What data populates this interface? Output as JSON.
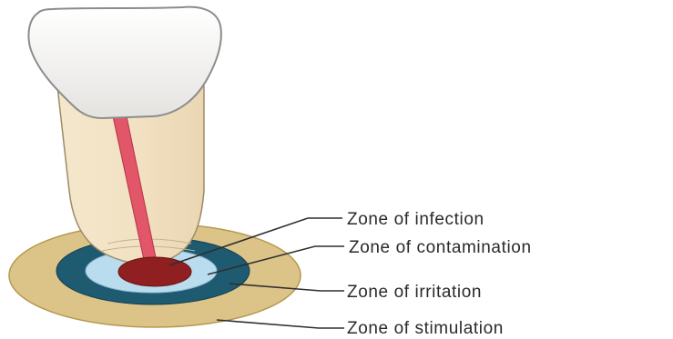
{
  "labels": {
    "infection": "Zone of infection",
    "contamination": "Zone of contamination",
    "irritation": "Zone of irritation",
    "stimulation": "Zone of stimulation"
  },
  "colors": {
    "crown": "#ecebe8",
    "root": "#f1e1c2",
    "canal": "#e2566a",
    "infection": "#8f1f20",
    "contamination": "#b9dcef",
    "irritation": "#1e5a70",
    "stimulation": "#dcc489"
  }
}
